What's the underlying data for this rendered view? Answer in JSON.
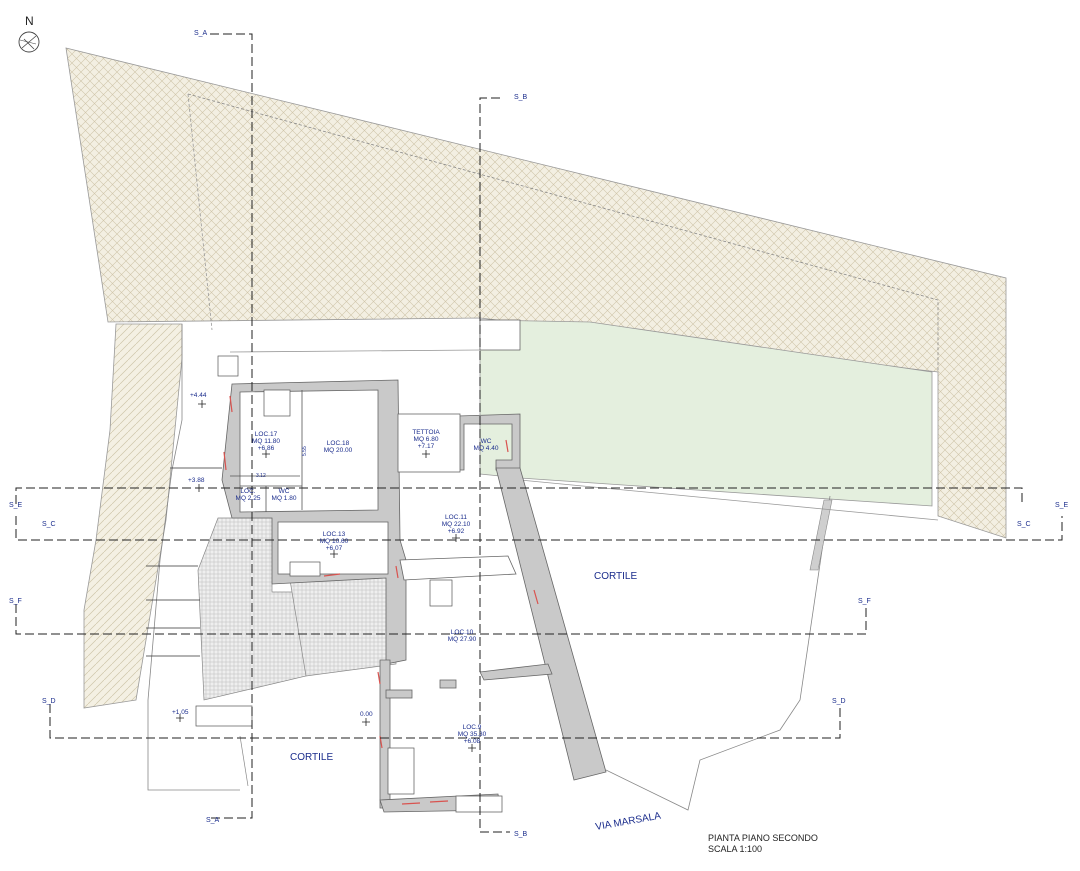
{
  "north_label": "N",
  "title": {
    "line1": "PIANTA PIANO SECONDO",
    "line2": "SCALA 1:100"
  },
  "courtyards": {
    "cortile_right": "CORTILE",
    "cortile_left": "CORTILE",
    "street": "VIA MARSALA"
  },
  "sections": {
    "s_a_top": "S_A",
    "s_a_bottom": "S_A",
    "s_b_top": "S_B",
    "s_b_bottom": "S_B",
    "s_e_left": "S_E",
    "s_e_right": "S_E",
    "s_c_left": "S_C",
    "s_c_right": "S_C",
    "s_f_left": "S_F",
    "s_f_right": "S_F",
    "s_d_left": "S_D",
    "s_d_right": "S_D"
  },
  "rooms": {
    "loc17": {
      "name": "LOC.17",
      "area": "MQ 11.80",
      "level": "+6.86"
    },
    "loc18": {
      "name": "LOC.18",
      "area": "MQ 20.00"
    },
    "tettoia": {
      "name": "TETTOIA",
      "area": "MQ 6.80",
      "level": "+7.17"
    },
    "wc_right": {
      "name": "WC",
      "area": "MQ 4.40"
    },
    "loc_small": {
      "name": "LOC.",
      "area": "MQ 2.25"
    },
    "wc_small": {
      "name": "WC",
      "area": "MQ 1.80"
    },
    "loc13": {
      "name": "LOC.13",
      "area": "MQ 10.60",
      "level": "+6.07"
    },
    "loc11": {
      "name": "LOC.11",
      "area": "MQ 22.10",
      "level": "+6.92"
    },
    "loc10": {
      "name": "LOC.10",
      "area": "MQ 27.90"
    },
    "loc9": {
      "name": "LOC.9",
      "area": "MQ 35.30",
      "level": "+6.08"
    }
  },
  "levels": {
    "l444": "+4.44",
    "l388": "+3.88",
    "l105": "+1.05",
    "l000": "0.00"
  },
  "dims": {
    "d312": "3.12",
    "d555": "5.55"
  }
}
